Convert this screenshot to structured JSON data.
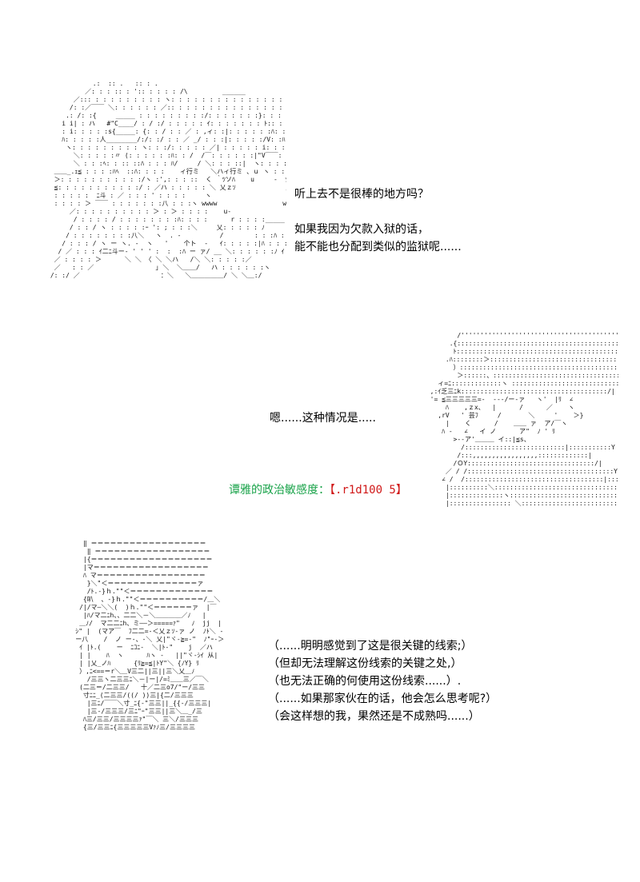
{
  "dialogue": {
    "line_1": "听上去不是很棒的地方吗？",
    "line_2": "如果我因为欠款入狱的话，",
    "line_3": "能不能也分配到类似的监狱呢......",
    "line_4": "嗯......这种情况是.....",
    "roll_label": "谭雅的政治敏感度：",
    "roll_value": "【.r1d100 5】",
    "line_5": "（......明明感觉到了这是很关键的线索;）",
    "line_6": "（但却无法理解这份线索的关键之处,）",
    "line_7": "（也无法正确的何使用这份线索......）.",
    "line_8": "（......如果那家伙在的话，他会怎么思考呢?）",
    "line_9": "（会这样想的我，果然还是不成熟吗......）"
  },
  "colors": {
    "roll_label": "#1aa34a",
    "roll_value": "#d01818"
  }
}
